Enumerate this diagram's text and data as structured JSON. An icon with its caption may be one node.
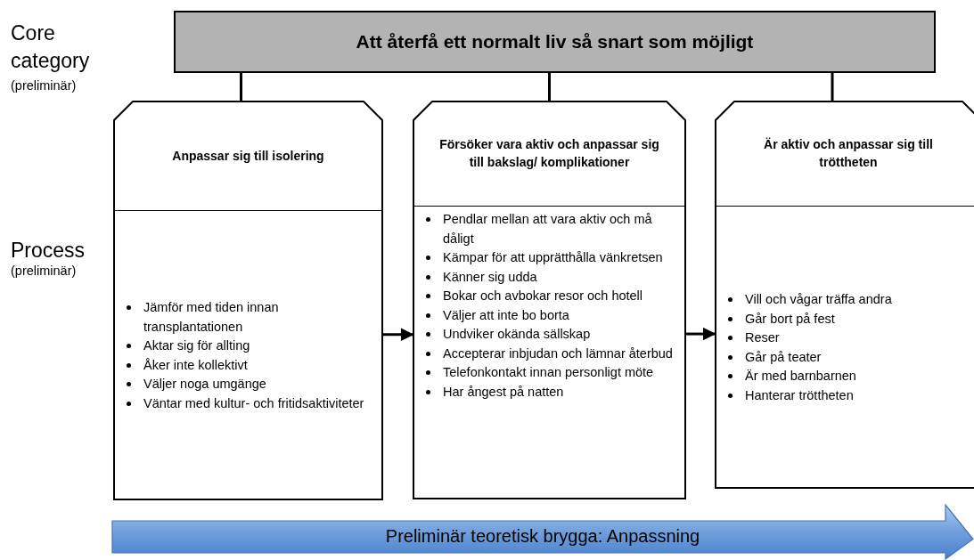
{
  "diagram": {
    "nodes": [
      {
        "text": [
          "Att återfå ett normalt liv så snart som möjligt"
        ]
      },
      {
        "text": [
          "Anpassar sig till isolering",
          "Jämför med tiden innan transplantationen",
          "Aktar sig för allting",
          "Åker inte kollektivt",
          "Väljer noga umgänge",
          "Väntar med kultur- och fritidsaktiviteter"
        ]
      },
      {
        "text": [
          "Försöker vara aktiv och anpassar sig till bakslag/ komplikationer",
          "Pendlar mellan att vara aktiv och må dåligt",
          "Kämpar för att upprätthålla vänkretsen",
          "Känner sig udda",
          "Bokar och avbokar resor och hotell",
          "Väljer att inte bo borta",
          "Undviker okända sällskap",
          "Accepterar inbjudan och lämnar återbud",
          "Telefonkontakt innan personligt möte",
          "Har ångest på natten"
        ]
      },
      {
        "text": [
          "Är aktiv och anpassar sig till tröttheten",
          "Vill och vågar träffa andra",
          "Går bort på fest",
          "Reser",
          "Går på teater",
          "Är med barnbarnen",
          "Hanterar tröttheten"
        ]
      },
      {
        "text": [
          "Preliminär teoretisk brygga: Anpassning"
        ]
      }
    ],
    "edges": [
      {
        "from": 0,
        "to": 1,
        "arrow": "none"
      },
      {
        "from": 0,
        "to": 2,
        "arrow": "none"
      },
      {
        "from": 0,
        "to": 3,
        "arrow": "none"
      },
      {
        "from": 1,
        "to": 2,
        "arrow": "to"
      },
      {
        "from": 2,
        "to": 3,
        "arrow": "to"
      }
    ],
    "labels": [
      "Core category",
      "(preliminär)",
      "Process",
      "(preliminär)"
    ]
  }
}
